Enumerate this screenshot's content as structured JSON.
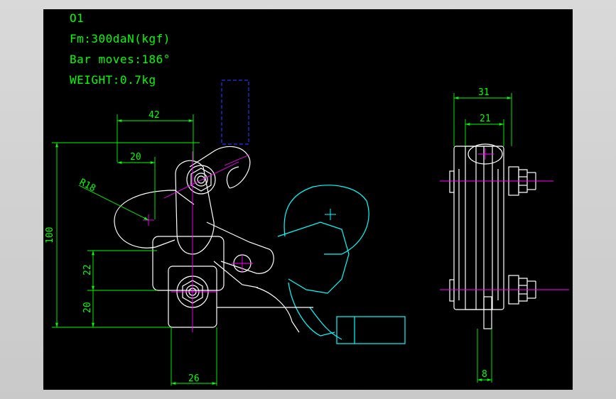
{
  "notes": {
    "code": "O1",
    "force": "Fm:300daN(kgf)",
    "travel": "Bar moves:186°",
    "weight": "WEIGHT:0.7kg"
  },
  "dimensions": {
    "d42": "42",
    "d20_top": "20",
    "r18": "R18",
    "d100": "100",
    "d22": "22",
    "d20_left": "20",
    "d26": "26",
    "d31": "31",
    "d21": "21",
    "d8": "8"
  },
  "colors": {
    "background": "#000000",
    "outline": "#ffffff",
    "dimension": "#00ff00",
    "phantom": "#00ffff",
    "centerline": "#ff00ff",
    "handle": "#2233ff"
  }
}
